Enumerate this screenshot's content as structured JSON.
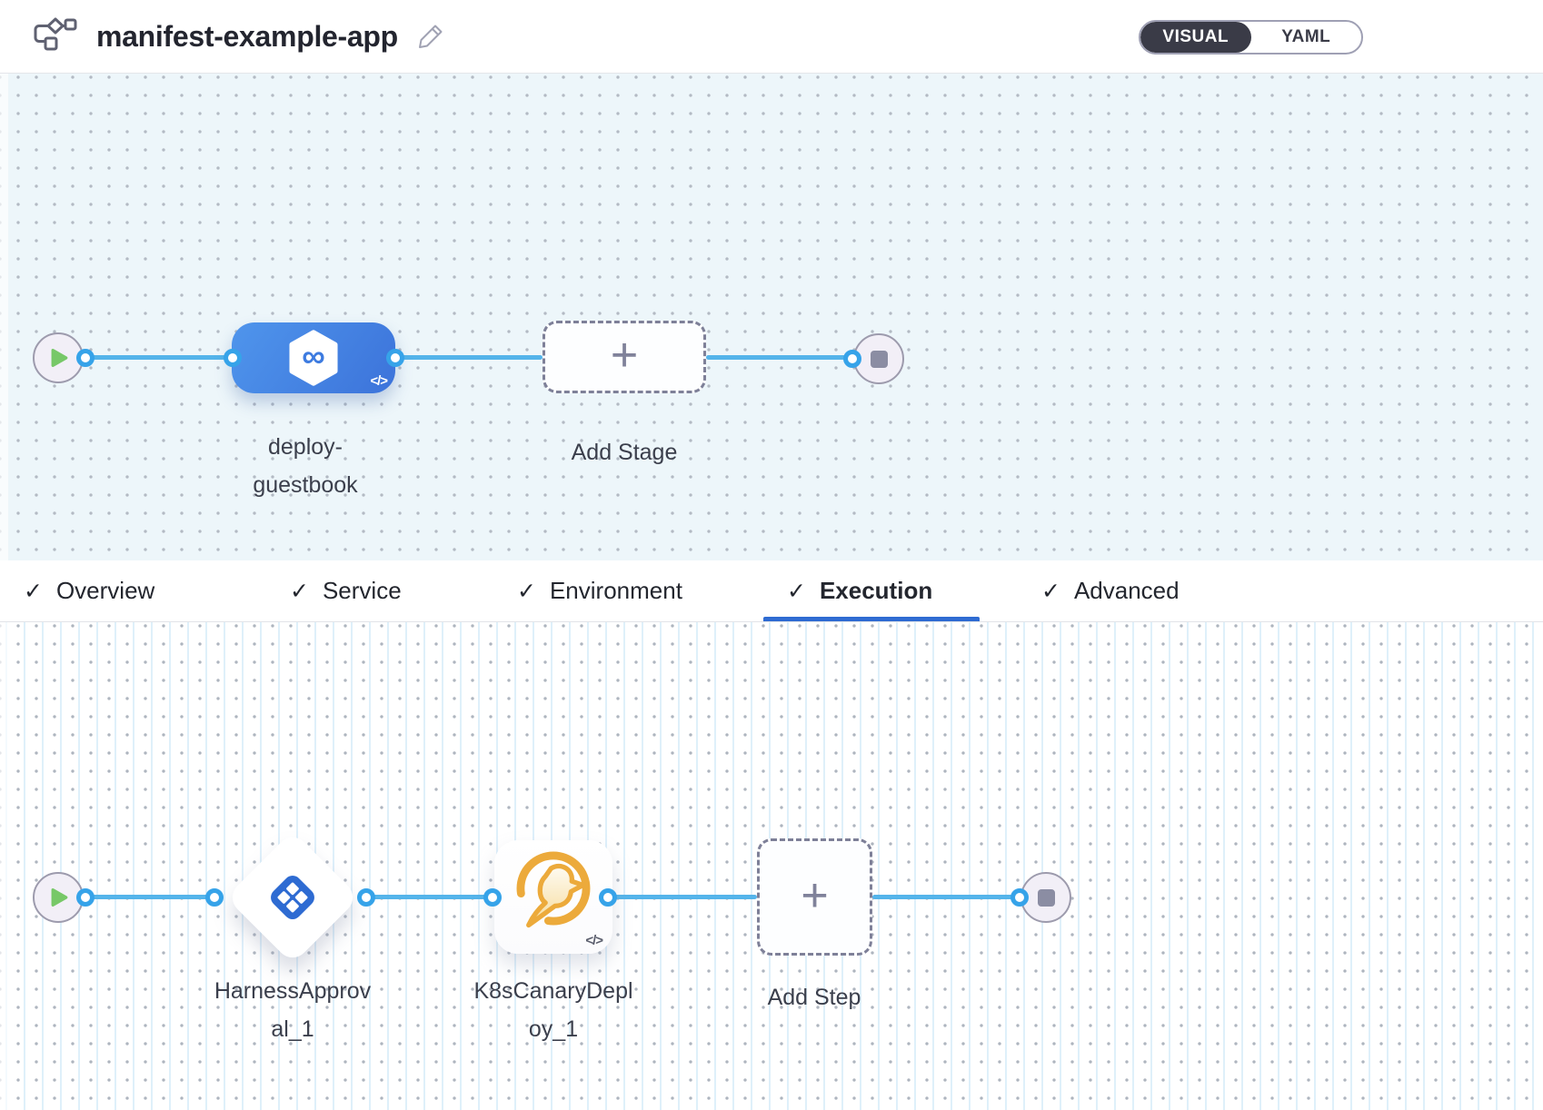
{
  "header": {
    "title": "manifest-example-app",
    "view_toggle": {
      "visual_label": "VISUAL",
      "yaml_label": "YAML",
      "selected": "VISUAL"
    }
  },
  "stage_pipeline": {
    "stage_name_lines": [
      "deploy-",
      "guestbook"
    ],
    "stage_code_badge": "</>",
    "add_stage_label": "Add Stage"
  },
  "tabs": [
    {
      "label": "Overview",
      "checked": true,
      "active": false
    },
    {
      "label": "Service",
      "checked": true,
      "active": false
    },
    {
      "label": "Environment",
      "checked": true,
      "active": false
    },
    {
      "label": "Execution",
      "checked": true,
      "active": true
    },
    {
      "label": "Advanced",
      "checked": true,
      "active": false
    }
  ],
  "execution": {
    "step1_name_lines": [
      "HarnessApprov",
      "al_1"
    ],
    "step2_name_lines": [
      "K8sCanaryDepl",
      "oy_1"
    ],
    "step2_code_badge": "</>",
    "add_step_label": "Add Step"
  },
  "icons": {
    "check_glyph": "✓",
    "plus_glyph": "+",
    "infinity_glyph": "∞"
  },
  "colors": {
    "connector_blue": "#54b4ea",
    "connection_dot_blue": "#36a3e9",
    "stage_blue_start": "#4f95ec",
    "stage_blue_end": "#3c73da",
    "active_tab_blue": "#2e6bd2",
    "approval_icon_blue": "#2e6bd2",
    "canary_orange": "#ecaa3b",
    "play_green": "#77c868",
    "toggle_dark": "#3a3b47",
    "canvas_top_bg": "#edf6fa",
    "label_text": "#3b3f4c"
  }
}
